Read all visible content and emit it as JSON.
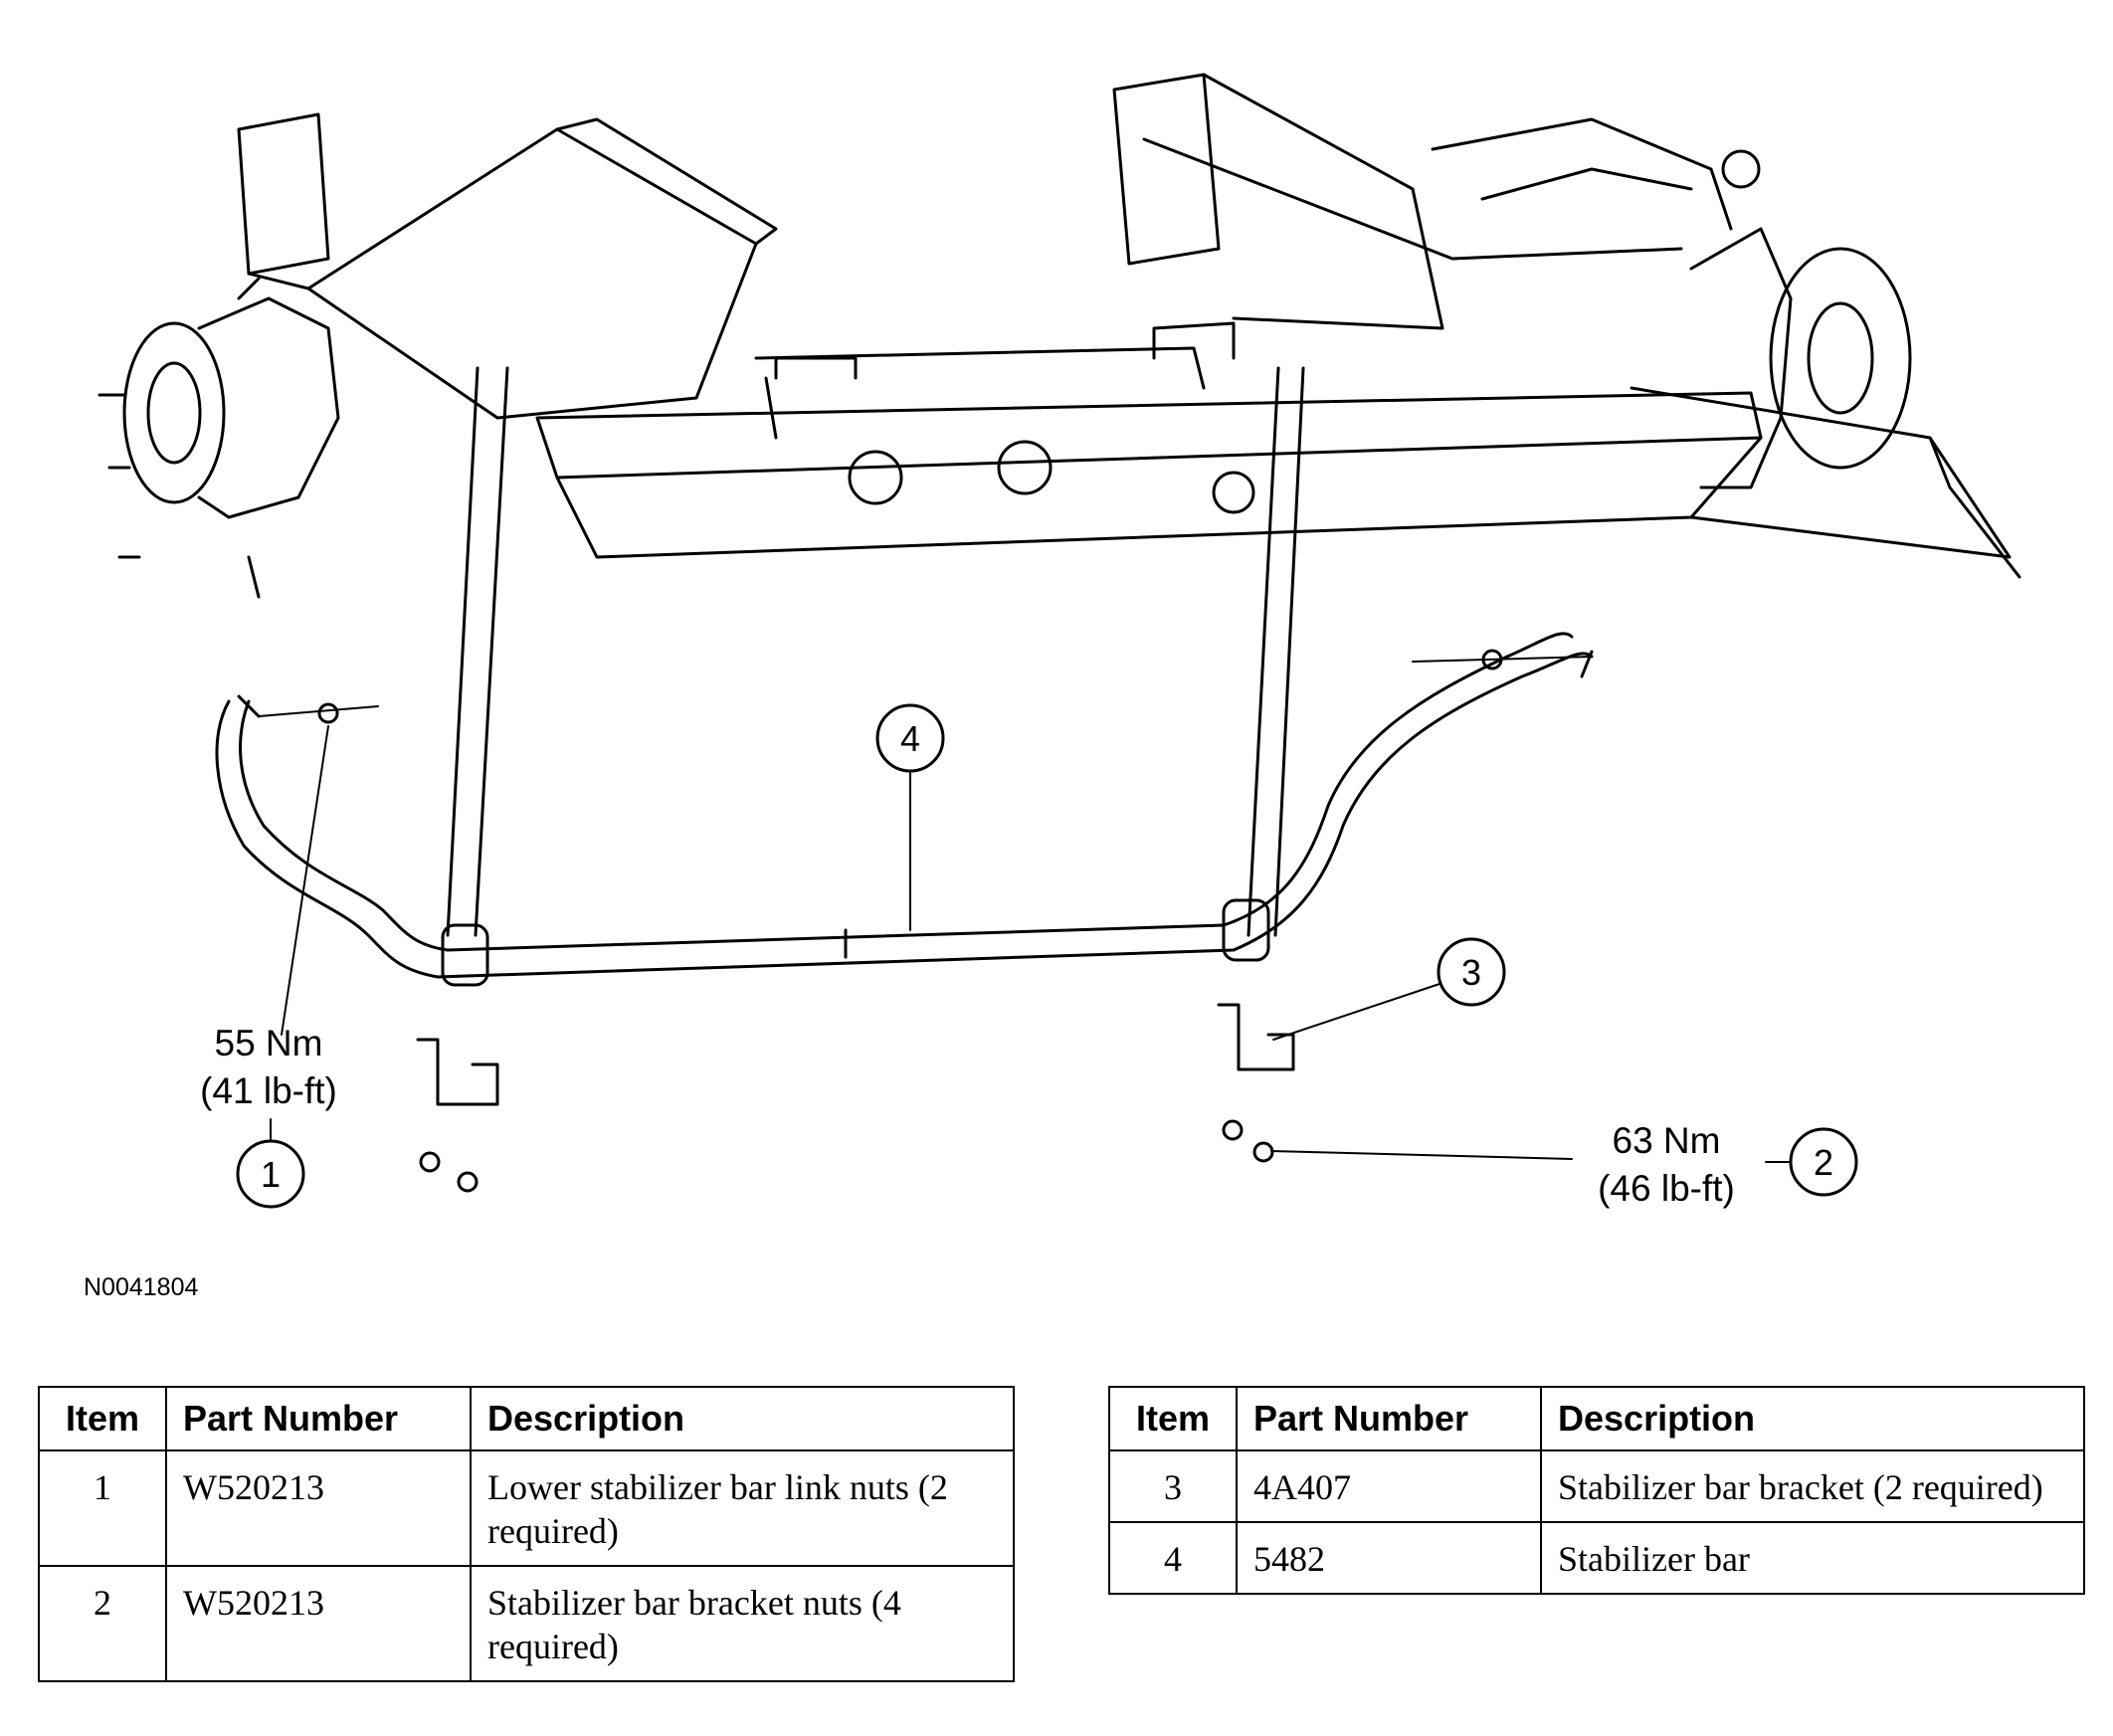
{
  "callouts": [
    "1",
    "2",
    "3",
    "4"
  ],
  "torque": {
    "t1": {
      "nm": "55 Nm",
      "lbft": "(41 lb-ft)"
    },
    "t2": {
      "nm": "63 Nm",
      "lbft": "(46 lb-ft)"
    }
  },
  "figure_id": "N0041804",
  "tables": [
    {
      "headers": [
        "Item",
        "Part Number",
        "Description"
      ],
      "rows": [
        {
          "item": "1",
          "part": "W520213",
          "desc": "Lower stabilizer bar link nuts (2 required)"
        },
        {
          "item": "2",
          "part": "W520213",
          "desc": "Stabilizer bar bracket nuts (4 required)"
        }
      ]
    },
    {
      "headers": [
        "Item",
        "Part Number",
        "Description"
      ],
      "rows": [
        {
          "item": "3",
          "part": "4A407",
          "desc": "Stabilizer bar bracket (2 required)"
        },
        {
          "item": "4",
          "part": "5482",
          "desc": "Stabilizer bar"
        }
      ]
    }
  ]
}
